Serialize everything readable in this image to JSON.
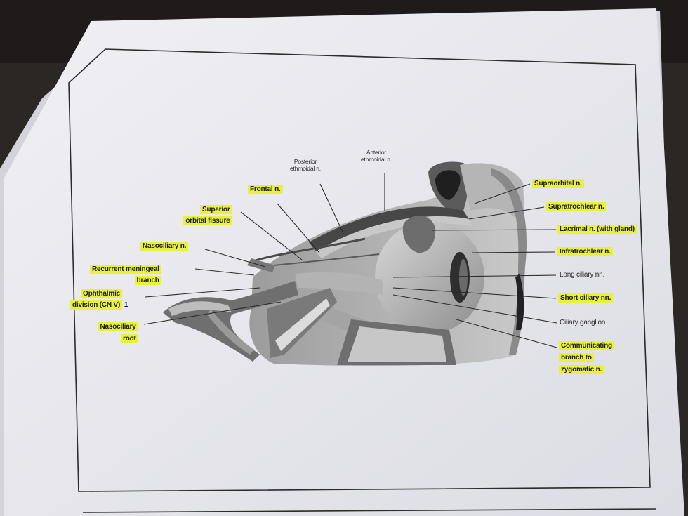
{
  "figure": {
    "labels_left": {
      "frontal": "Frontal n.",
      "superior_orbital_fissure": [
        "Superior",
        "orbital fissure"
      ],
      "nasociliary": "Nasociliary n.",
      "recurrent_meningeal": [
        "Recurrent meningeal",
        "branch"
      ],
      "ophthalmic_division": [
        "Ophthalmic",
        "division (CN V)"
      ],
      "ophthalmic_marker": "1",
      "nasociliary_root": [
        "Nasociliary",
        "root"
      ]
    },
    "labels_top": {
      "posterior_ethmoidal": [
        "Posterior",
        "ethmoidal n."
      ],
      "anterior_ethmoidal": [
        "Anterior",
        "ethmoidal n."
      ]
    },
    "labels_right": {
      "supraorbital": "Supraorbital n.",
      "supratrochlear": "Supratrochlear n.",
      "lacrimal": "Lacrimal n. (with gland)",
      "infratrochlear": "Infratrochlear n.",
      "long_ciliary": "Long ciliary nn.",
      "short_ciliary": "Short ciliary nn.",
      "ciliary_ganglion": "Ciliary ganglion",
      "communicating_branch": [
        "Communicating",
        "branch to",
        "zygomatic n."
      ]
    }
  },
  "colors": {
    "highlight": "#e9f23a",
    "paper": "#e4e4ea",
    "border": "#2b2b2b"
  }
}
